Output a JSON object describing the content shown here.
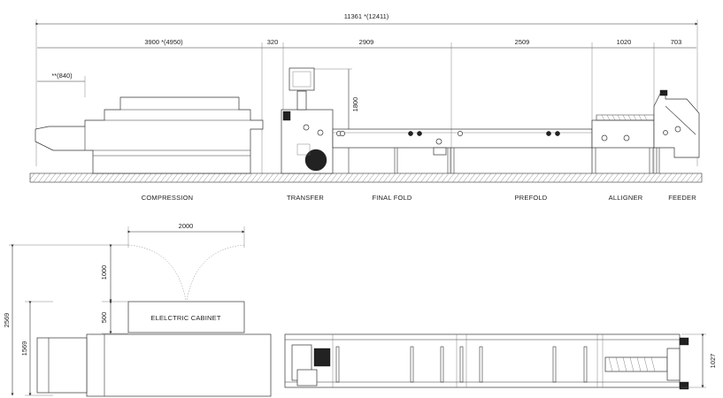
{
  "dimensions": {
    "total": "11361 *(12411)",
    "compression": "3900 *(4950)",
    "gap": "320",
    "transfer_final_fold": "2909",
    "prefold": "2509",
    "alligner": "1020",
    "feeder": "703",
    "extension": "**(840)",
    "height": "1800",
    "cabinet_clearance": "2000",
    "door_swing": "1000",
    "cabinet_depth": "500",
    "overall_width": "2569",
    "machine_width": "1569",
    "plan_width": "1027"
  },
  "sections": {
    "compression": "COMPRESSION",
    "transfer": "TRANSFER",
    "final_fold": "FINAL FOLD",
    "prefold": "PREFOLD",
    "alligner": "ALLIGNER",
    "feeder": "FEEDER"
  },
  "cabinet_label": "ELELCTRIC CABINET"
}
